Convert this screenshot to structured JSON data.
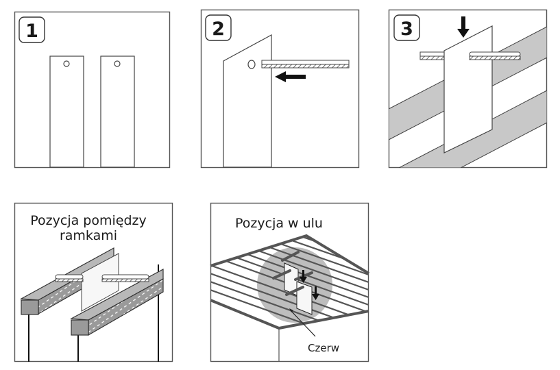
{
  "figure": {
    "description": "Assembly / placement instructions for a beehive strip insert",
    "colors": {
      "line": "#3a3a3a",
      "frame_fill": "#c8c8c8",
      "highlight": "#bdbdbd",
      "arrow": "#111111"
    }
  },
  "steps": [
    {
      "number": "1",
      "name": "Two strips with holes"
    },
    {
      "number": "2",
      "name": "Insert rod through hole"
    },
    {
      "number": "3",
      "name": "Hang strip between frames"
    }
  ],
  "bottom_panels": [
    {
      "caption_line1": "Pozycja pomiędzy",
      "caption_line2": "ramkami"
    },
    {
      "caption_line1": "Pozycja w ulu",
      "callout_label": "Czerw"
    }
  ]
}
